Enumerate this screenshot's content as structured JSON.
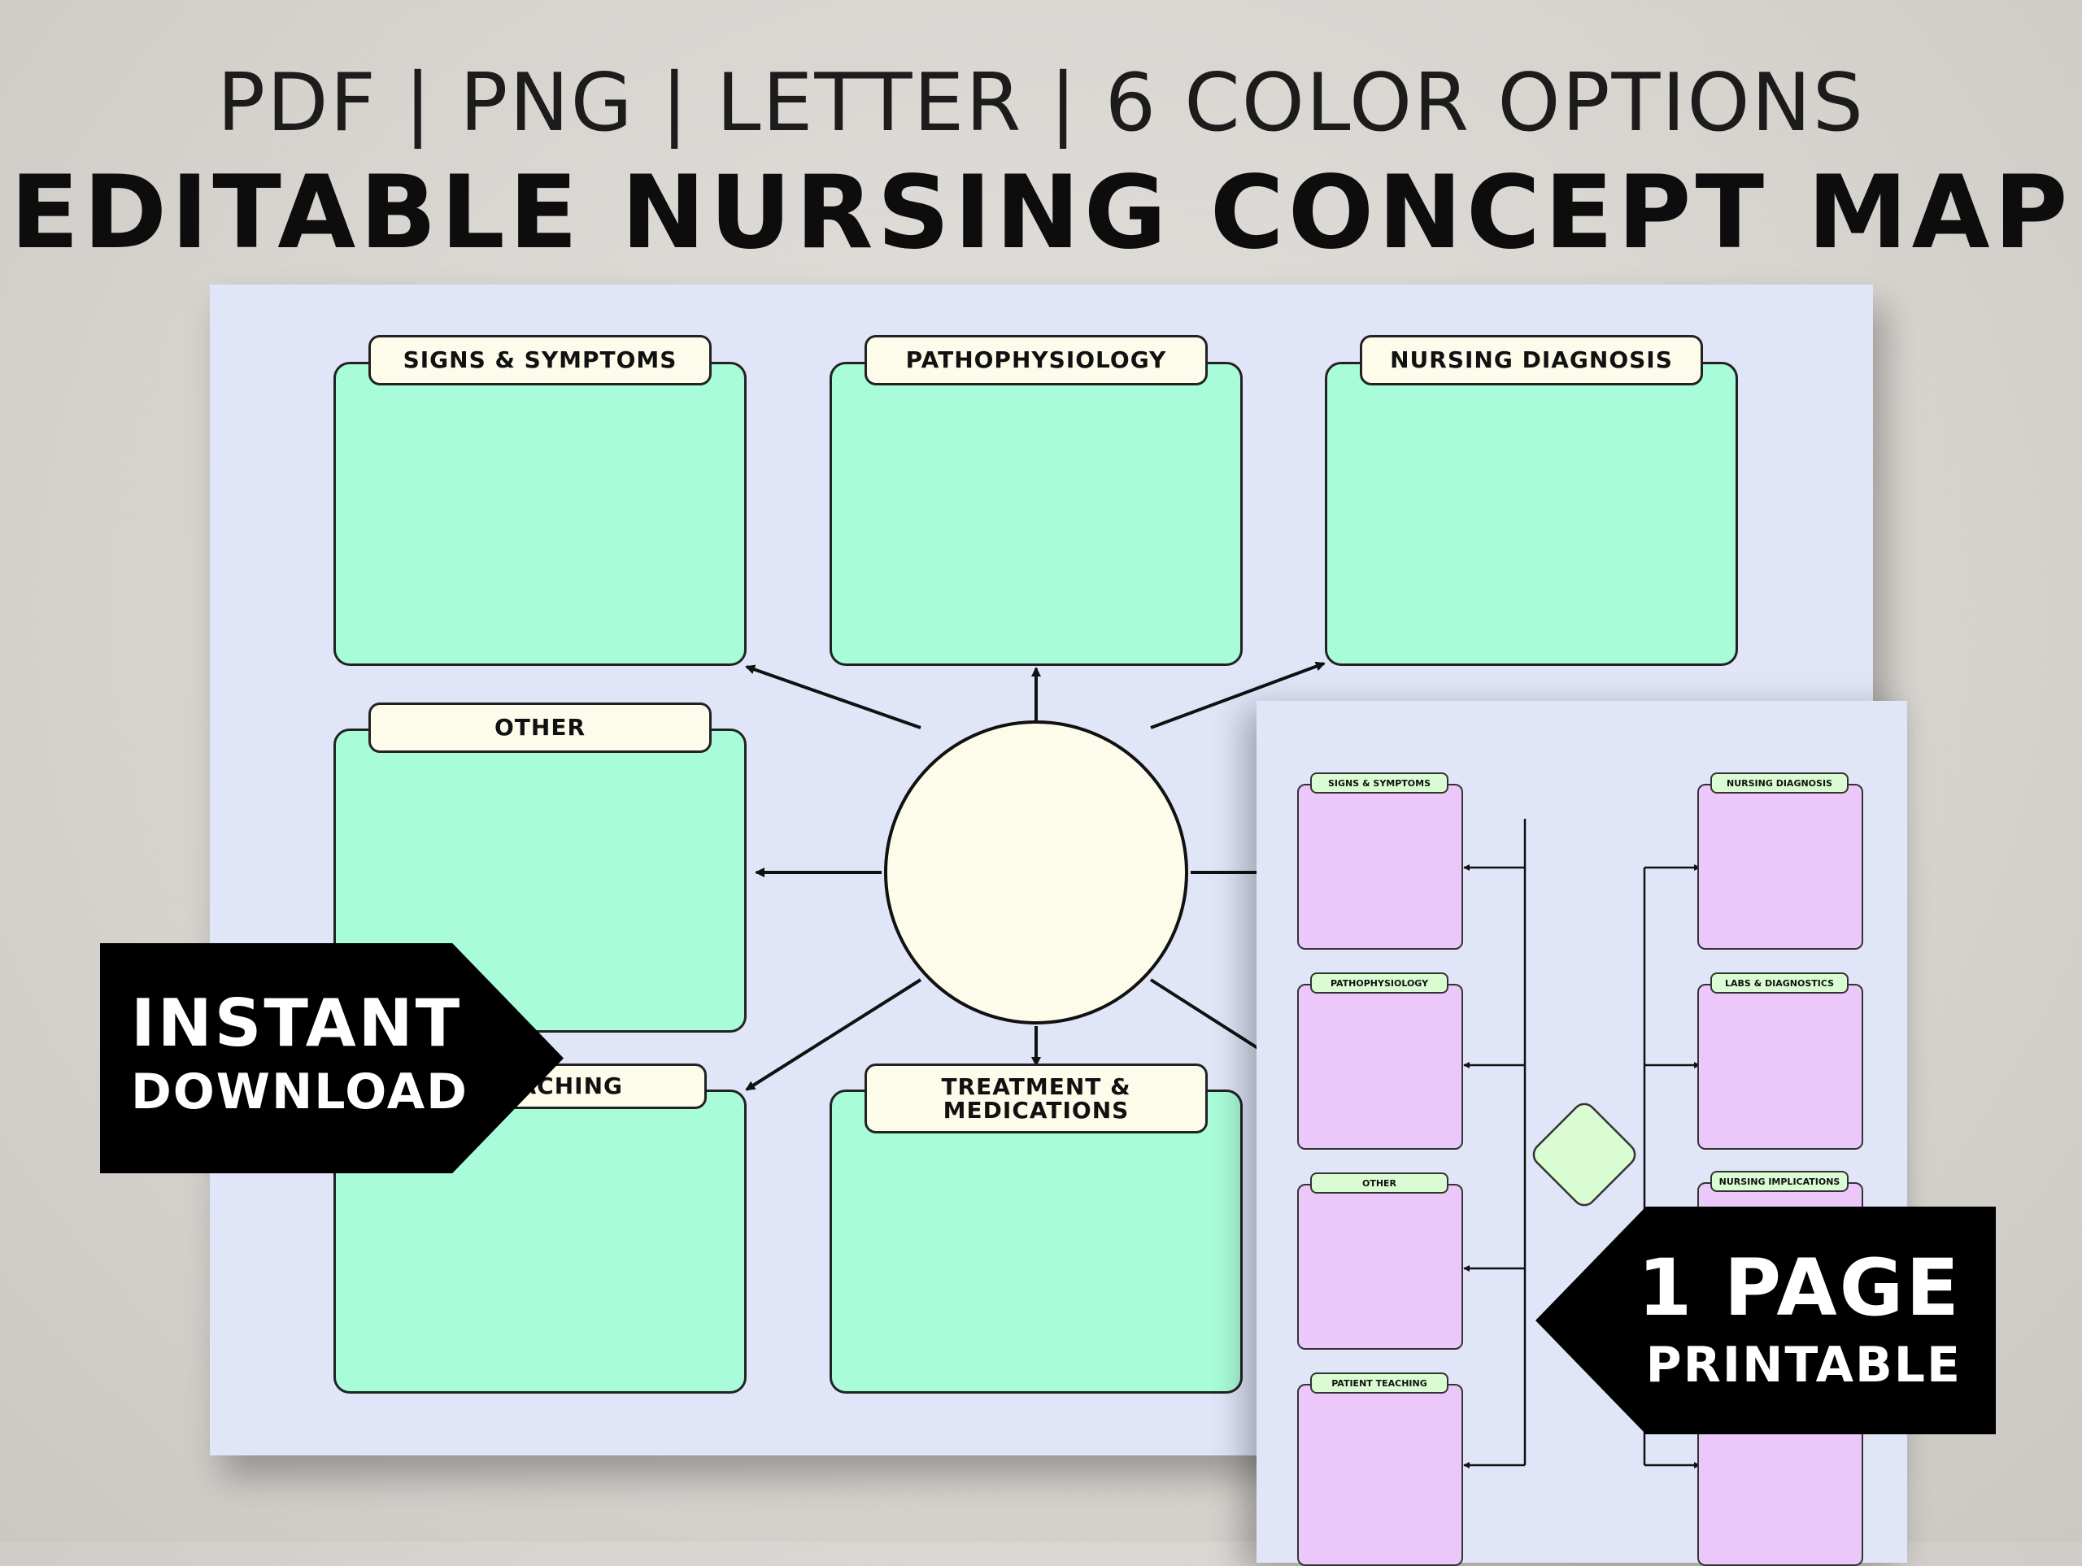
{
  "header": {
    "formats_line": "PDF | PNG | LETTER | 6 COLOR OPTIONS",
    "title": "EDITABLE NURSING CONCEPT MAP"
  },
  "main_map": {
    "boxes": {
      "signs_symptoms": "SIGNS & SYMPTOMS",
      "pathophysiology": "PATHOPHYSIOLOGY",
      "nursing_diagnosis": "NURSING DIAGNOSIS",
      "other": "OTHER",
      "patient_teaching_partial": "TEACHING",
      "treatment_medications": "TREATMENT &\nMEDICATIONS"
    },
    "colors": {
      "box": "#a8fcd9",
      "tab": "#fdfbea",
      "sheet": "#e0e6f8"
    }
  },
  "small_map": {
    "left_boxes": [
      "SIGNS & SYMPTOMS",
      "PATHOPHYSIOLOGY",
      "OTHER",
      "PATIENT TEACHING"
    ],
    "right_boxes": [
      "NURSING DIAGNOSIS",
      "LABS & DIAGNOSTICS",
      "NURSING IMPLICATIONS"
    ],
    "colors": {
      "box": "#ecc8fa",
      "tab": "#d9fcd3",
      "center": "#d9fcd3"
    }
  },
  "badges": {
    "left_line1": "INSTANT",
    "left_line2": "DOWNLOAD",
    "right_line1": "1 PAGE",
    "right_line2": "PRINTABLE"
  }
}
